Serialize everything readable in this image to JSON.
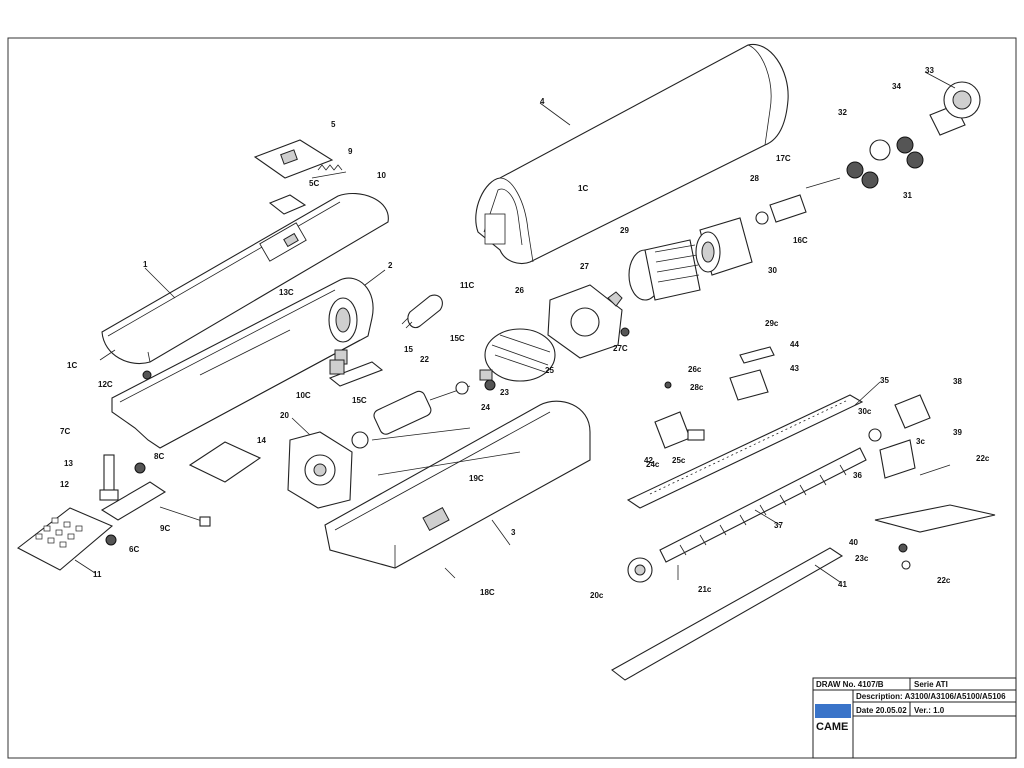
{
  "labels": {
    "p1": "1",
    "p2": "2",
    "p3": "3",
    "p4": "4",
    "p5": "5",
    "p9": "9",
    "p10": "10",
    "p11": "11",
    "p12": "12",
    "p13": "13",
    "p14": "14",
    "p15": "15",
    "p20": "20",
    "p22": "22",
    "p23": "23",
    "p24": "24",
    "p25": "25",
    "p26": "26",
    "p27": "27",
    "p28": "28",
    "p29": "29",
    "p30": "30",
    "p31": "31",
    "p32": "32",
    "p33": "33",
    "p34": "34",
    "p35": "35",
    "p36": "36",
    "p37": "37",
    "p38": "38",
    "p39": "39",
    "p40": "40",
    "p41": "41",
    "p42": "42",
    "p43": "43",
    "p44": "44",
    "p1C_a": "1C",
    "p1C_b": "1C",
    "p5C": "5C",
    "p7C": "7C",
    "p8C": "8C",
    "p9C": "9C",
    "p6C": "6C",
    "p10C": "10C",
    "p11C": "11C",
    "p12C": "12C",
    "p13C": "13C",
    "p15C_a": "15C",
    "p15C_b": "15C",
    "p16C": "16C",
    "p17C": "17C",
    "p18C": "18C",
    "p19C": "19C",
    "p27C": "27C",
    "p3c": "3c",
    "p20c": "20c",
    "p21c": "21c",
    "p22c_a": "22c",
    "p22c_b": "22c",
    "p23c": "23c",
    "p24c": "24c",
    "p25c": "25c",
    "p26c": "26c",
    "p28c": "28c",
    "p29c": "29c",
    "p30c": "30c"
  },
  "title_block": {
    "draw_no": "DRAW No. 4107/B",
    "serie": "Serie ATI",
    "description": "Description: A3100/A3106/A5100/A5106",
    "date": "Date 20.05.02",
    "version": "Ver.: 1.0",
    "logo": "CAME"
  }
}
